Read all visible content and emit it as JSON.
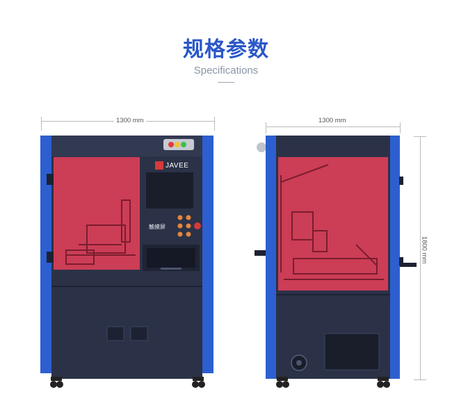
{
  "header": {
    "title": "规格参数",
    "subtitle": "Specifications"
  },
  "front_view": {
    "width_label": "1300 mm",
    "brand": "JAVEE",
    "screen_label": "触摸屏"
  },
  "side_view": {
    "width_label": "1300 mm",
    "height_label": "1800 mm"
  },
  "colors": {
    "title_blue": "#2a57c9",
    "frame_blue": "#2d5fd0",
    "body_navy": "#2b3247",
    "window_red": "#c2344c"
  }
}
